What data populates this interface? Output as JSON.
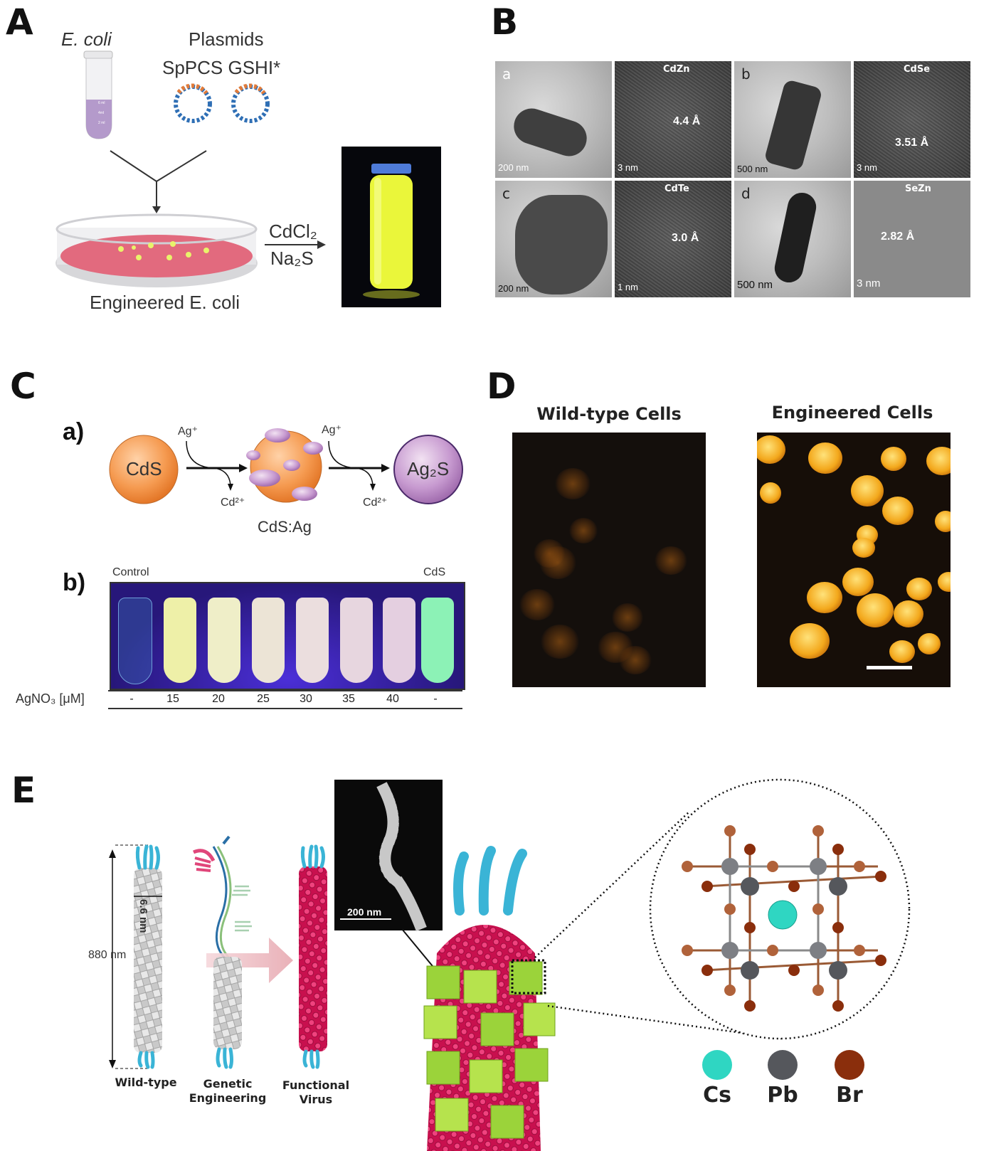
{
  "panel_a": {
    "letter": "A",
    "ecoli_label": "E. coli",
    "plasmids_title": "Plasmids",
    "plasmids_names": "SpPCS GSHI*",
    "reagent_top": "CdCl₂",
    "reagent_bottom": "Na₂S",
    "engineered_label": "Engineered E. coli",
    "tube_marks": [
      "6 ml",
      "4ml",
      "2 ml"
    ]
  },
  "panel_b": {
    "letter": "B",
    "images": [
      {
        "sub": "a",
        "scale": "200 nm"
      },
      {
        "tag": "CdZn",
        "spacing": "4.4 Å",
        "scale": "3 nm"
      },
      {
        "sub": "b",
        "scale": "500 nm"
      },
      {
        "tag": "CdSe",
        "spacing": "3.51 Å",
        "scale": "3 nm"
      },
      {
        "sub": "c",
        "scale": "200 nm"
      },
      {
        "tag": "CdTe",
        "spacing": "3.0 Å",
        "scale": "1 nm"
      },
      {
        "sub": "d",
        "scale": "500 nm"
      },
      {
        "tag": "SeZn",
        "spacing": "2.82 Å",
        "scale": "3 nm"
      }
    ]
  },
  "panel_c": {
    "letter": "C",
    "a_label": "a)",
    "b_label": "b)",
    "cds": "CdS",
    "ag2s": "Ag₂S",
    "cds_ag": "CdS:Ag",
    "ag_plus_1": "Ag⁺",
    "ag_plus_2": "Ag⁺",
    "cd2_1": "Cd²⁺",
    "cd2_2": "Cd²⁺",
    "control": "Control",
    "cds_tube": "CdS",
    "row_label": "AgNO₃ [μM]",
    "concentrations": [
      "-",
      "15",
      "20",
      "25",
      "30",
      "35",
      "40",
      "-"
    ]
  },
  "panel_d": {
    "letter": "D",
    "wild_title": "Wild-type Cells",
    "eng_title": "Engineered Cells"
  },
  "panel_e": {
    "letter": "E",
    "length": "880 nm",
    "width": "6.6 nm",
    "inset_scale": "200 nm",
    "wild_type": "Wild-type",
    "genetic_1": "Genetic",
    "genetic_2": "Engineering",
    "functional_1": "Functional",
    "functional_2": "Virus",
    "legend": [
      {
        "symbol": "Cs",
        "color": "#2fd6c2"
      },
      {
        "symbol": "Pb",
        "color": "#55575c"
      },
      {
        "symbol": "Br",
        "color": "#8a2e0c"
      }
    ]
  }
}
